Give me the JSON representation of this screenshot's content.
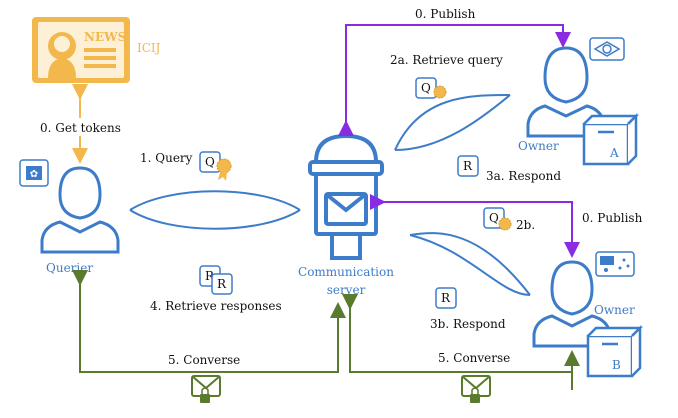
{
  "labels": {
    "publish_top": "0. Publish",
    "retrieve_query": "2a. Retrieve query",
    "get_tokens": "0. Get tokens",
    "icij": "ICIJ",
    "news": "NEWS",
    "query": "1. Query",
    "respond_a": "3a. Respond",
    "owner_a": "Owner",
    "box_a": "A",
    "querier": "Querier",
    "comm_server_1": "Communication",
    "comm_server_2": "server",
    "retrieve_responses": "4. Retrieve responses",
    "publish_right": "0. Publish",
    "step_2b": "2b.",
    "respond_b": "3b. Respond",
    "owner_b": "Owner",
    "box_b": "B",
    "converse_left": "5. Converse",
    "converse_right": "5. Converse",
    "q": "Q",
    "r": "R"
  },
  "colors": {
    "blue": "#3d7cc9",
    "orange": "#f2b84b",
    "purple": "#8a2be2",
    "green": "#5a7a2e"
  },
  "icons": [
    "news-anchor-icon",
    "hong-kong-flag-icon",
    "brazil-flag-icon",
    "australia-flag-icon",
    "mailbox-icon",
    "locked-envelope-icon",
    "certificate-seal-icon",
    "person-icon",
    "box-icon"
  ]
}
